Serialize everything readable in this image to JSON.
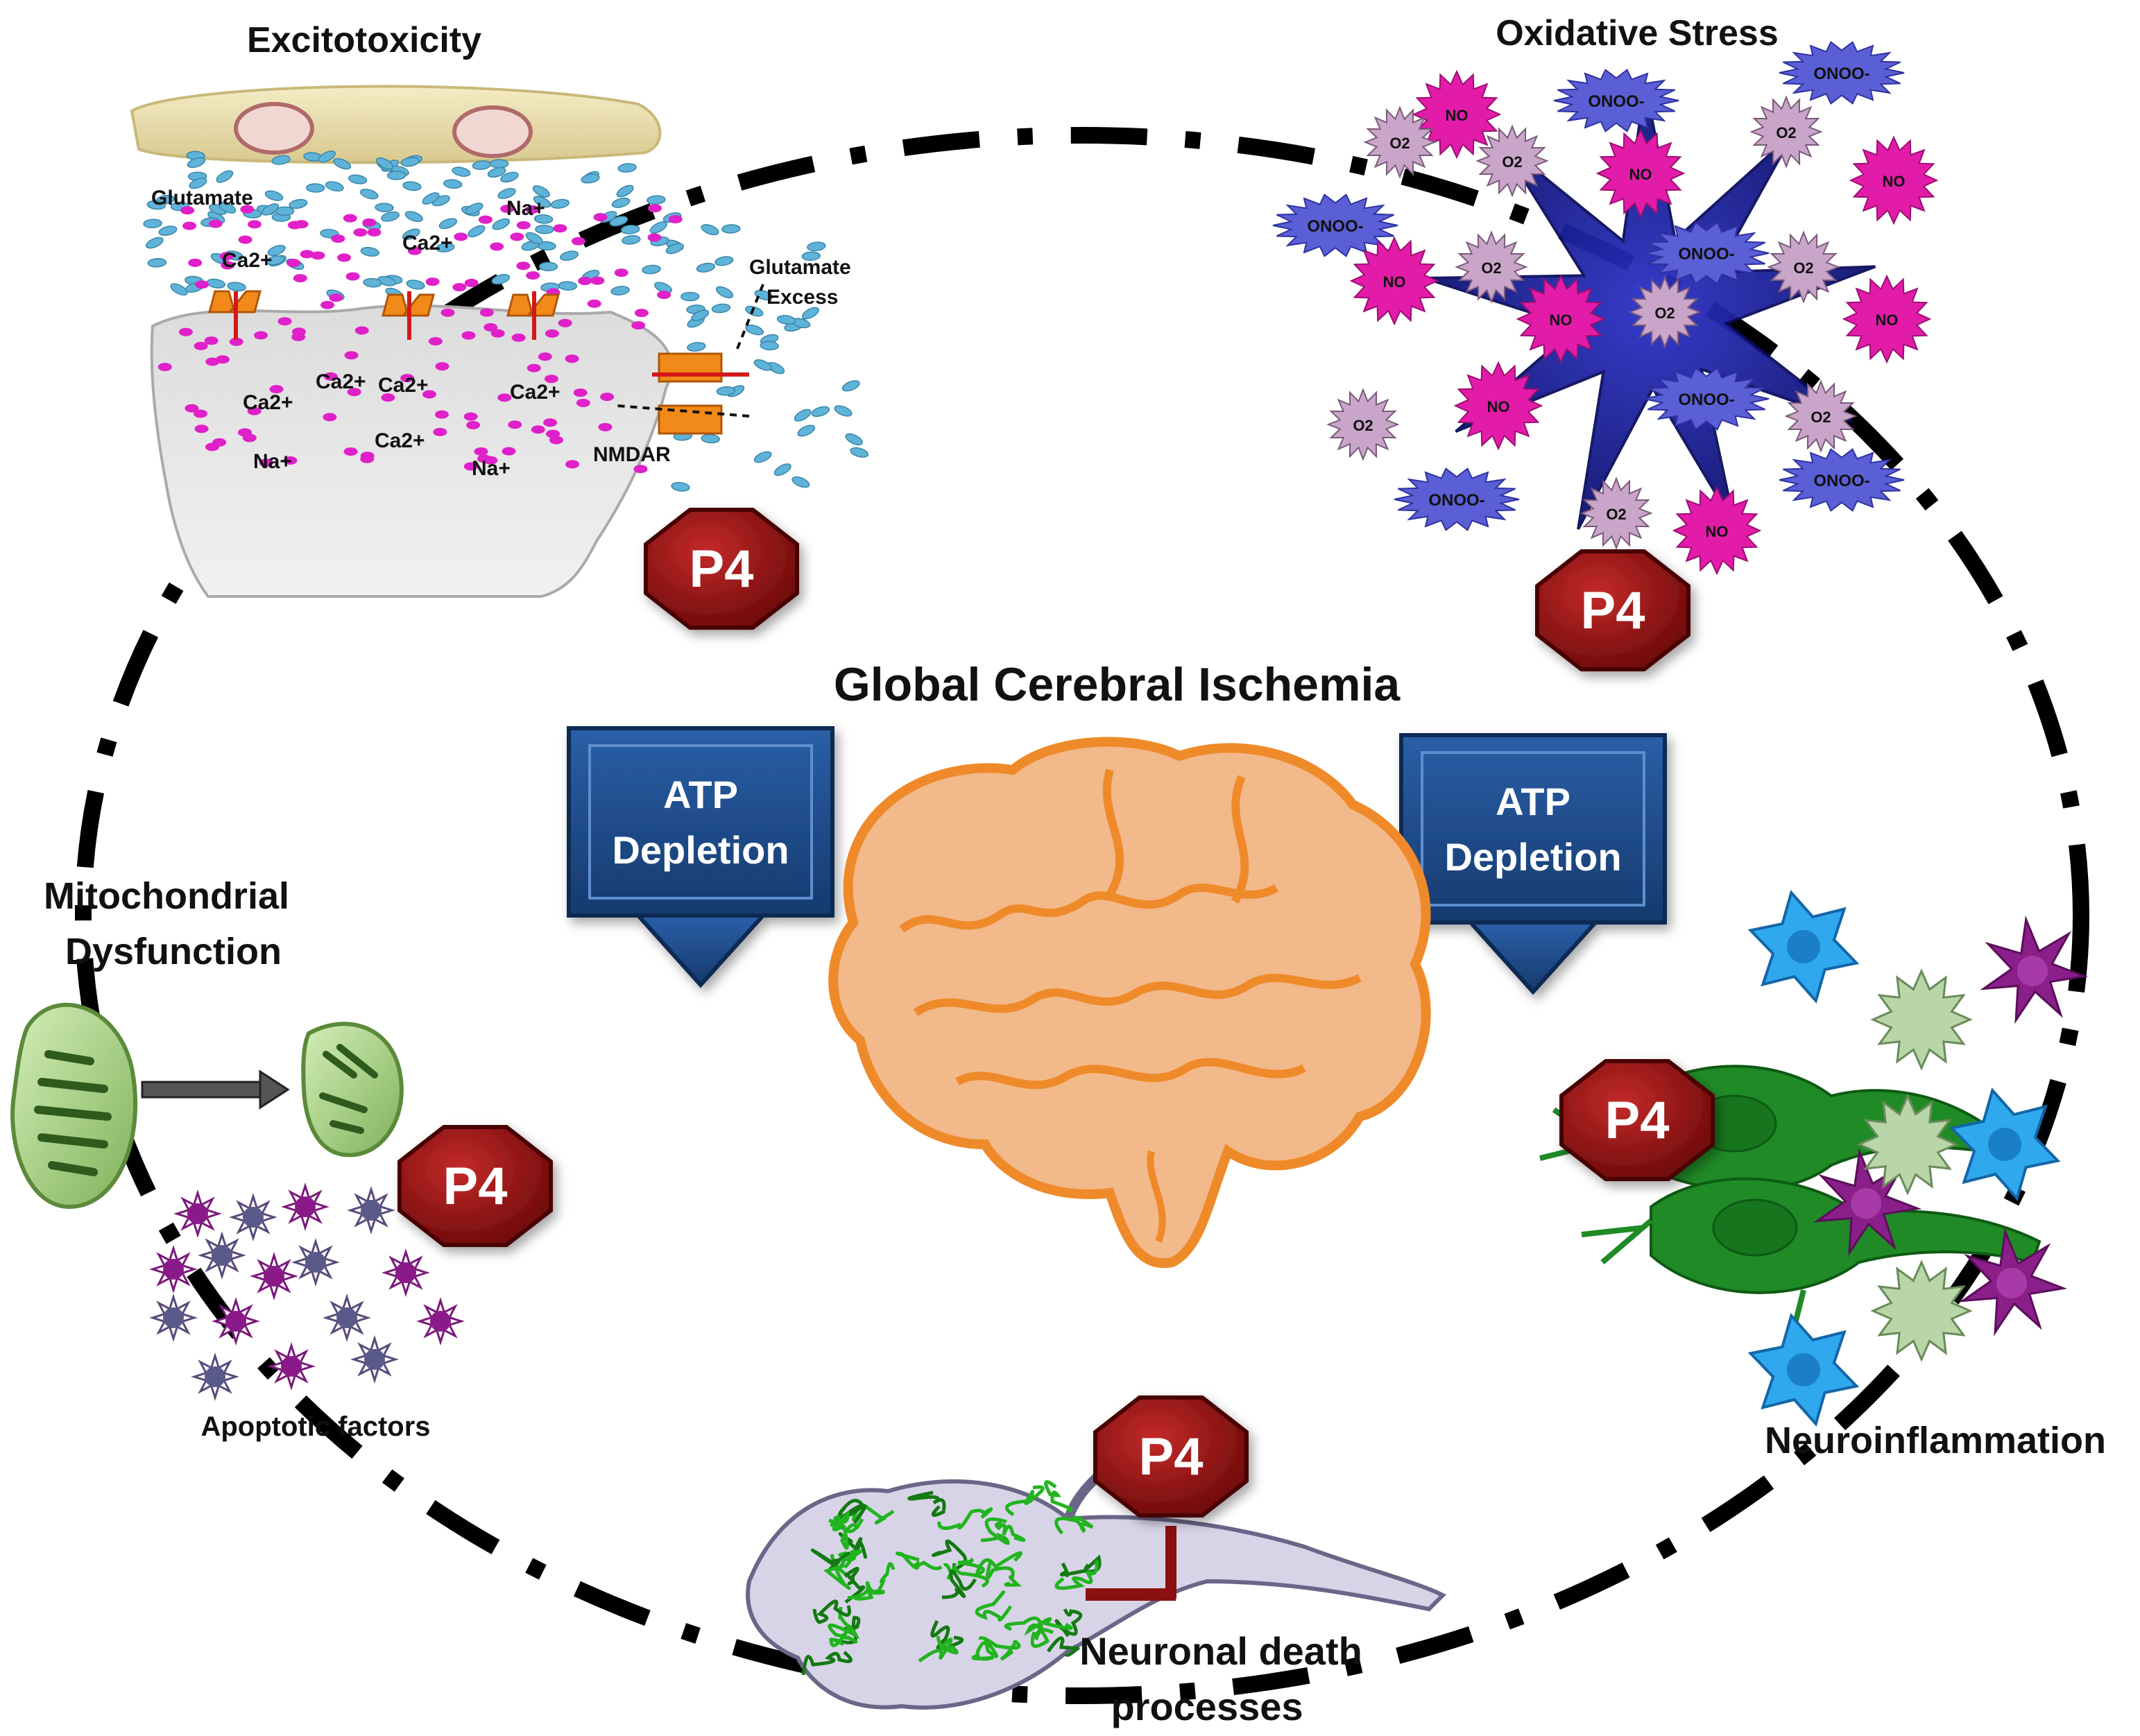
{
  "title": "Global Cerebral Ischemia",
  "atp_left": {
    "line1": "ATP",
    "line2": "Depletion"
  },
  "atp_right": {
    "line1": "ATP",
    "line2": "Depletion"
  },
  "excitotoxicity": {
    "title": "Excitotoxicity",
    "glutamate": "Glutamate",
    "na": "Na+",
    "ca": "Ca2+",
    "glutamate_excess_1": "Glutamate",
    "glutamate_excess_2": "Excess",
    "nmdar": "NMDAR"
  },
  "oxidative_stress": {
    "title": "Oxidative Stress",
    "no": "NO",
    "onoo": "ONOO-",
    "o2": "O2"
  },
  "mitochondrial": {
    "line1": "Mitochondrial",
    "line2": "Dysfunction",
    "apoptotic": "Apoptotic factors"
  },
  "neuroinflammation": {
    "title": "Neuroinflammation"
  },
  "neuronal_death": {
    "line1": "Neuronal death",
    "line2": "processes"
  },
  "p4_label": "P4",
  "colors": {
    "p4_fill": "#8b1010",
    "atp_fill": "#1f4e8c",
    "brain_fill": "#f2b98a",
    "brain_stroke": "#ef8a2a",
    "no_fill": "#e21ca8",
    "onoo_fill": "#5b5fd6",
    "o2_fill": "#c9a6c9",
    "star_core": "#1b1f9c",
    "glutamate": "#5fb3d9",
    "calcium": "#e020c8",
    "mito": "#9ccc7a"
  }
}
